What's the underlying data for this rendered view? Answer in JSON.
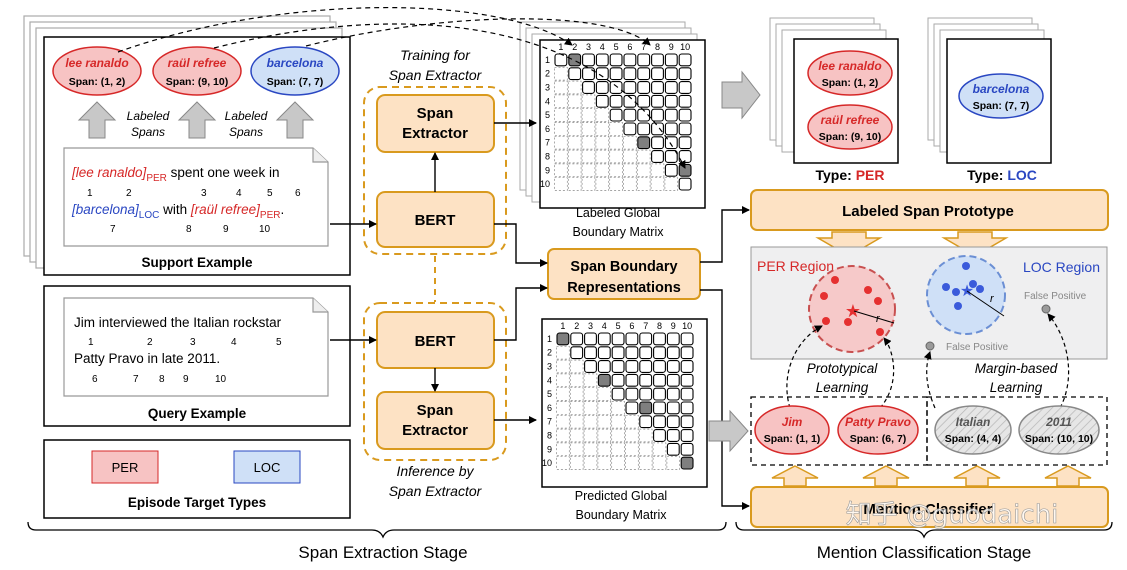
{
  "support": {
    "spans": [
      {
        "name": "lee ranaldo",
        "span": "Span: (1, 2)",
        "type": "PER"
      },
      {
        "name": "raül refree",
        "span": "Span: (9, 10)",
        "type": "PER"
      },
      {
        "name": "barcelona",
        "span": "Span: (7, 7)",
        "type": "LOC"
      }
    ],
    "labeled_spans_label": [
      "Labeled",
      "Spans"
    ],
    "sentence": {
      "line1_parts": [
        "[lee ranaldo]",
        "PER",
        " spent one week in"
      ],
      "line1_indices": [
        "1",
        "2",
        "3",
        "4",
        "5",
        "6"
      ],
      "line2_parts": [
        "[barcelona]",
        "LOC",
        " with ",
        "[raül refree]",
        "PER",
        "."
      ],
      "line2_indices": [
        "7",
        "8",
        "9",
        "10"
      ]
    },
    "caption": "Support Example"
  },
  "query": {
    "line1": "Jim interviewed the Italian rockstar",
    "line1_indices": [
      "1",
      "2",
      "3",
      "4",
      "5"
    ],
    "line2": "Patty Pravo in late 2011.",
    "line2_indices": [
      "6",
      "7",
      "8",
      "9",
      "10"
    ],
    "caption": "Query Example"
  },
  "target_types": {
    "items": [
      "PER",
      "LOC"
    ],
    "caption": "Episode Target Types"
  },
  "training": {
    "label": [
      "Training for",
      "Span Extractor"
    ],
    "extractor": [
      "Span",
      "Extractor"
    ],
    "bert": "BERT"
  },
  "inference": {
    "label": [
      "Inference by",
      "Span Extractor"
    ],
    "extractor": [
      "Span",
      "Extractor"
    ],
    "bert": "BERT"
  },
  "matrix_labels": {
    "labeled": [
      "Labeled Global",
      "Boundary Matrix"
    ],
    "predicted": [
      "Predicted Global",
      "Boundary Matrix"
    ],
    "indices": [
      "1",
      "2",
      "3",
      "4",
      "5",
      "6",
      "7",
      "8",
      "9",
      "10"
    ]
  },
  "span_boundary": [
    "Span Boundary",
    "Representations"
  ],
  "type_cards": {
    "per": {
      "prefix": "Type: ",
      "type": "PER",
      "spans": [
        {
          "name": "lee ranaldo",
          "span": "Span: (1, 2)"
        },
        {
          "name": "raül refree",
          "span": "Span: (9, 10)"
        }
      ]
    },
    "loc": {
      "prefix": "Type: ",
      "type": "LOC",
      "spans": [
        {
          "name": "barcelona",
          "span": "Span: (7, 7)"
        }
      ]
    }
  },
  "prototype_box": "Labeled Span Prototype",
  "regions": {
    "per": "PER Region",
    "loc": "LOC Region",
    "radius": "r",
    "false_positive": "False Positive"
  },
  "learning": {
    "prototypical": [
      "Prototypical",
      "Learning"
    ],
    "margin": [
      "Margin-based",
      "Learning"
    ]
  },
  "query_mentions": [
    {
      "name": "Jim",
      "span": "Span: (1, 1)",
      "kind": "PER"
    },
    {
      "name": "Patty Pravo",
      "span": "Span: (6, 7)",
      "kind": "PER"
    },
    {
      "name": "Italian",
      "span": "Span: (4, 4)",
      "kind": "FP"
    },
    {
      "name": "2011",
      "span": "Span: (10, 10)",
      "kind": "FP"
    }
  ],
  "mention_classifier": "Mention Classifier",
  "watermark": "知乎 @guodaichi",
  "stages": {
    "extraction": "Span Extraction Stage",
    "classification": "Mention Classification Stage"
  },
  "colors": {
    "orange_fill": "#fde2c4",
    "orange_stroke": "#d99a1e",
    "per_fill": "#f7c3c3",
    "per_stroke": "#d62828",
    "loc_fill": "#cfe0f7",
    "loc_stroke": "#2a47c2",
    "region_bg": "#efeff0"
  }
}
